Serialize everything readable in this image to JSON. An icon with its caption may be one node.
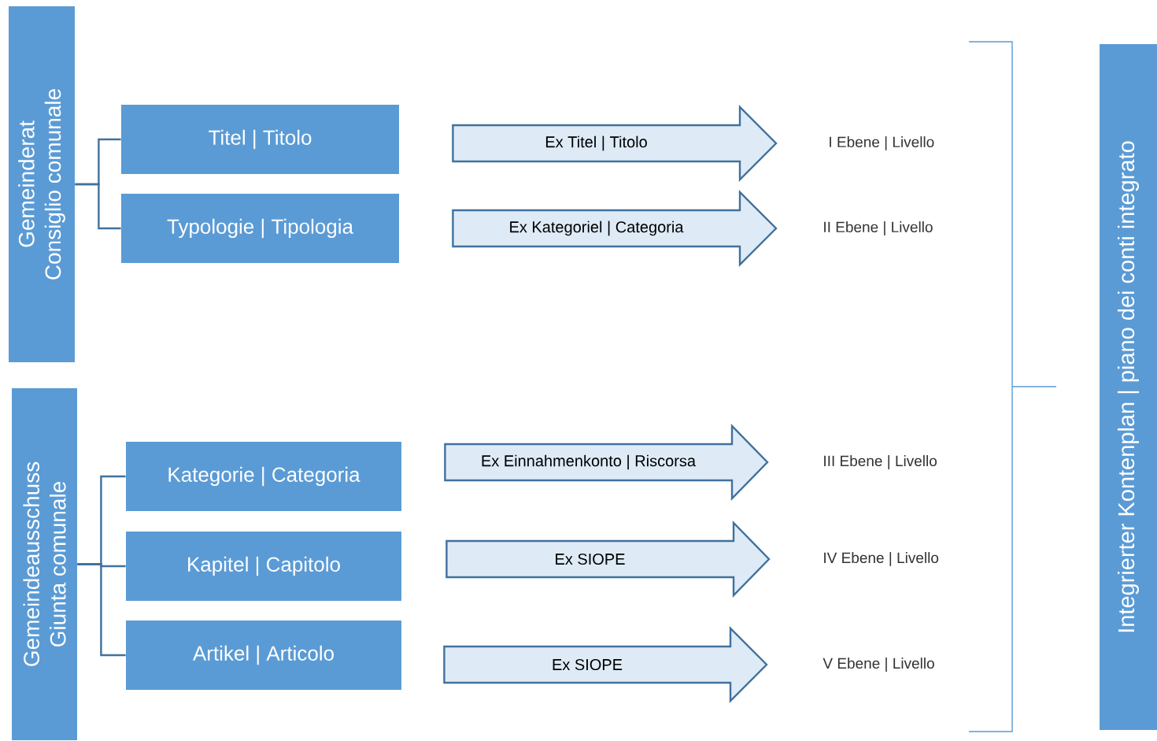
{
  "diagram": {
    "nodes": [
      {
        "text": [
          "Gemeinderat",
          "Consiglio comunale"
        ]
      },
      {
        "text": [
          "Titel | Titolo"
        ]
      },
      {
        "text": [
          "Typologie | Tipologia"
        ]
      },
      {
        "text": [
          "Gemeindeausschuss",
          "Giunta comunale"
        ]
      },
      {
        "text": [
          "Kategorie | Categoria"
        ]
      },
      {
        "text": [
          "Kapitel | Capitolo"
        ]
      },
      {
        "text": [
          "Artikel | Articolo"
        ]
      },
      {
        "text": [
          "I Ebene | Livello"
        ]
      },
      {
        "text": [
          "II Ebene | Livello"
        ]
      },
      {
        "text": [
          "III Ebene | Livello"
        ]
      },
      {
        "text": [
          "IV Ebene | Livello"
        ]
      },
      {
        "text": [
          "V Ebene | Livello"
        ]
      },
      {
        "text": [
          "Integrierter Kontenplan | piano dei conti integrato"
        ]
      }
    ],
    "edges": [
      {
        "from": 0,
        "to": 1,
        "arrow": "none"
      },
      {
        "from": 0,
        "to": 2,
        "arrow": "none"
      },
      {
        "from": 3,
        "to": 4,
        "arrow": "none"
      },
      {
        "from": 3,
        "to": 5,
        "arrow": "none"
      },
      {
        "from": 3,
        "to": 6,
        "arrow": "none"
      },
      {
        "from": 1,
        "to": 7,
        "arrow": "to",
        "label": "Ex Titel | Titolo"
      },
      {
        "from": 2,
        "to": 8,
        "arrow": "to",
        "label": "Ex Kategoriel | Categoria"
      },
      {
        "from": 4,
        "to": 9,
        "arrow": "to",
        "label": "Ex Einnahmenkonto | Riscorsa"
      },
      {
        "from": 5,
        "to": 10,
        "arrow": "to",
        "label": "Ex SIOPE"
      },
      {
        "from": 6,
        "to": 11,
        "arrow": "to",
        "label": "Ex SIOPE"
      }
    ]
  }
}
